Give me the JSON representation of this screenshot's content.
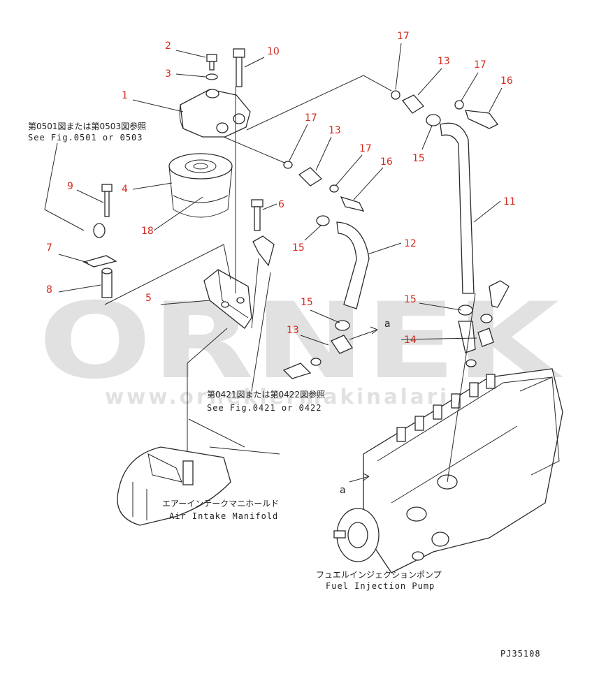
{
  "diagram": {
    "callouts": [
      "1",
      "2",
      "3",
      "4",
      "5",
      "6",
      "7",
      "8",
      "9",
      "10",
      "11",
      "12",
      "13",
      "13",
      "13",
      "14",
      "15",
      "15",
      "15",
      "15",
      "16",
      "16",
      "17",
      "17",
      "17",
      "17",
      "18"
    ],
    "references": {
      "filter_ref_jp": "第0501図または第0503図参照",
      "filter_ref_en": "See Fig.0501 or 0503",
      "bracket_ref_jp": "第0421図または第0422図参照",
      "bracket_ref_en": "See Fig.0421 or 0422"
    },
    "components": {
      "manifold_jp": "エアーインテークマニホールド",
      "manifold_en": "Air Intake Manifold",
      "pump_jp": "フュエルインジェクションポンプ",
      "pump_en": "Fuel Injection Pump"
    },
    "arrow_label": "a",
    "drawing_code": "PJ35108",
    "watermark": "ORNEK",
    "watermark_url": "www.orneklermakinalari.com.tr"
  }
}
